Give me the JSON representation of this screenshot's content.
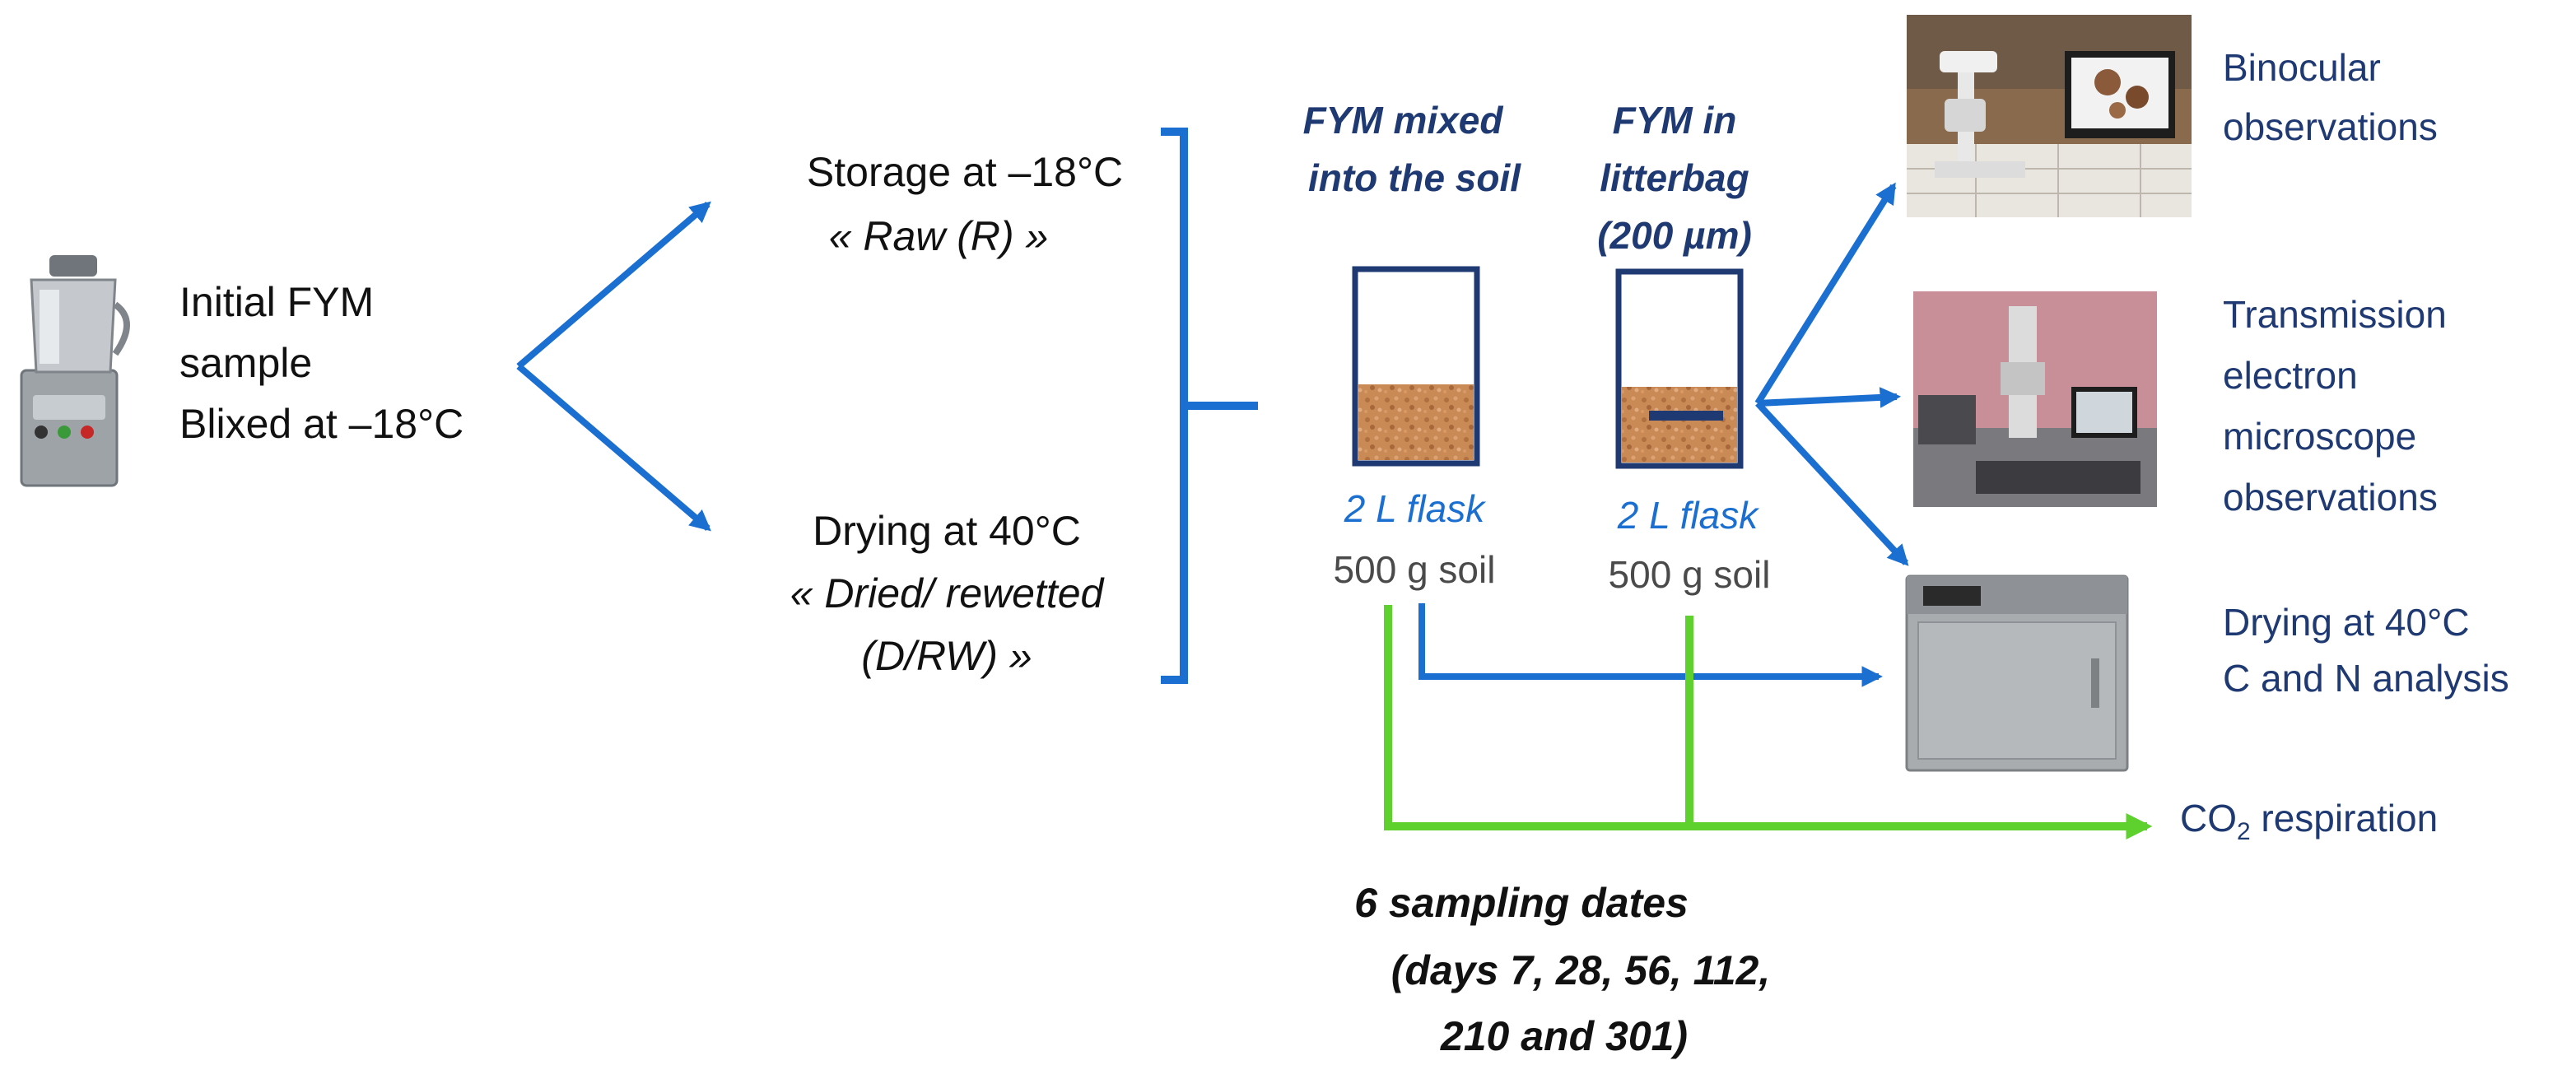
{
  "sample": {
    "label_line1": "Initial FYM",
    "label_line2": "sample",
    "label_line3": "Blixed at –18°C"
  },
  "treatments": {
    "raw": {
      "line1": "Storage at –18°C",
      "line2": "« Raw (R) »"
    },
    "dried": {
      "line1": "Drying at 40°C",
      "line2": "« Dried/ rewetted",
      "line3": "(D/RW) »"
    }
  },
  "setups": {
    "mixed": {
      "title_line1": "FYM mixed",
      "title_line2": "into the soil",
      "flask": "2 L flask",
      "soil": "500 g soil"
    },
    "litterbag": {
      "title_line1": "FYM in",
      "title_line2": "litterbag",
      "title_line3": "(200 µm)",
      "flask": "2 L flask",
      "soil": "500 g soil"
    }
  },
  "analyses": {
    "binocular": {
      "line1": "Binocular",
      "line2": "observations"
    },
    "tem": {
      "line1": "Transmission",
      "line2": "electron",
      "line3": "microscope",
      "line4": "observations"
    },
    "drying": {
      "line1": "Drying at 40°C",
      "line2": "C and N  analysis"
    },
    "co2": {
      "prefix": "CO",
      "subscript": "2",
      "suffix": " respiration"
    }
  },
  "sampling": {
    "line1": "6 sampling dates",
    "line2": "(days 7, 28, 56, 112,",
    "line3": "210 and 301)"
  },
  "colors": {
    "arrow_blue": "#1a6fd0",
    "arrow_green": "#5fd12f",
    "flask_outline": "#1f3a73",
    "soil": "#c98a55"
  }
}
